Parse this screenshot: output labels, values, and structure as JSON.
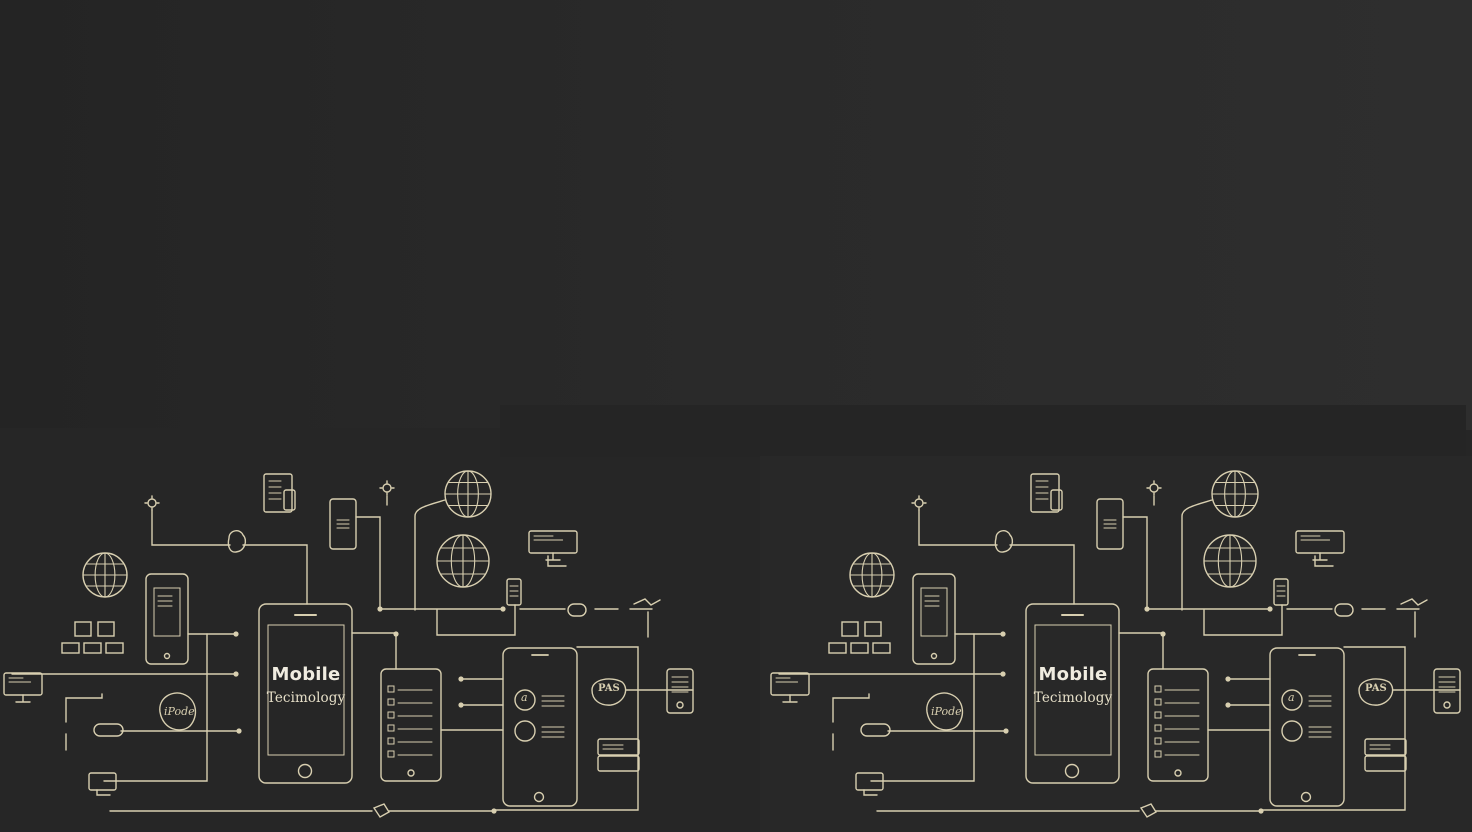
{
  "panels": [
    {
      "title": "Mobile",
      "subtitle": "Tecimology",
      "badge_left": "iPode",
      "badge_right": "PAS",
      "screen_glyph": "a"
    },
    {
      "title": "Mobile",
      "subtitle": "Tecimology",
      "badge_left": "iPode",
      "badge_right": "PAS",
      "screen_glyph": "a"
    }
  ],
  "colors": {
    "background": "#262626",
    "background_top": "#2b2b2b",
    "line": "#d8cfb0",
    "text": "#f0ece0"
  },
  "icons": [
    "globe-icon",
    "smartphone-icon",
    "tablet-icon",
    "monitor-icon",
    "router-icon",
    "gear-icon",
    "node-dot-icon",
    "document-icon"
  ]
}
